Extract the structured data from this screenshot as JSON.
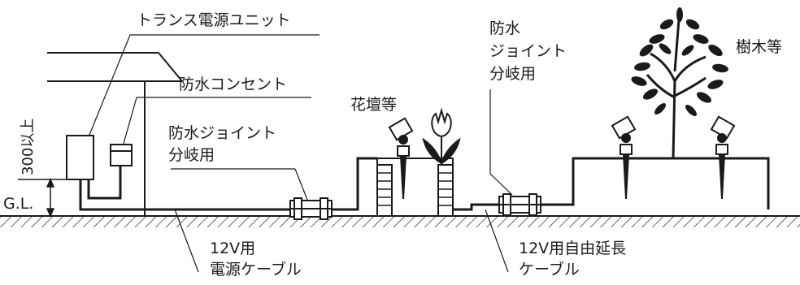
{
  "labels": {
    "transformer_unit": "トランス電源ユニット",
    "waterproof_outlet": "防水コンセント",
    "joint_left_line1": "防水ジョイント",
    "joint_left_line2": "分岐用",
    "flower_bed": "花壇等",
    "joint_right_line1": "防水",
    "joint_right_line2": "ジョイント",
    "joint_right_line3": "分岐用",
    "trees": "樹木等",
    "height_note": "300以上",
    "ground_level": "G.L.",
    "power_cable_line1": "12V用",
    "power_cable_line2": "電源ケーブル",
    "extension_cable_line1": "12V用自由延長",
    "extension_cable_line2": "ケーブル"
  },
  "colors": {
    "line": "#1a1a1a",
    "background": "#ffffff"
  }
}
